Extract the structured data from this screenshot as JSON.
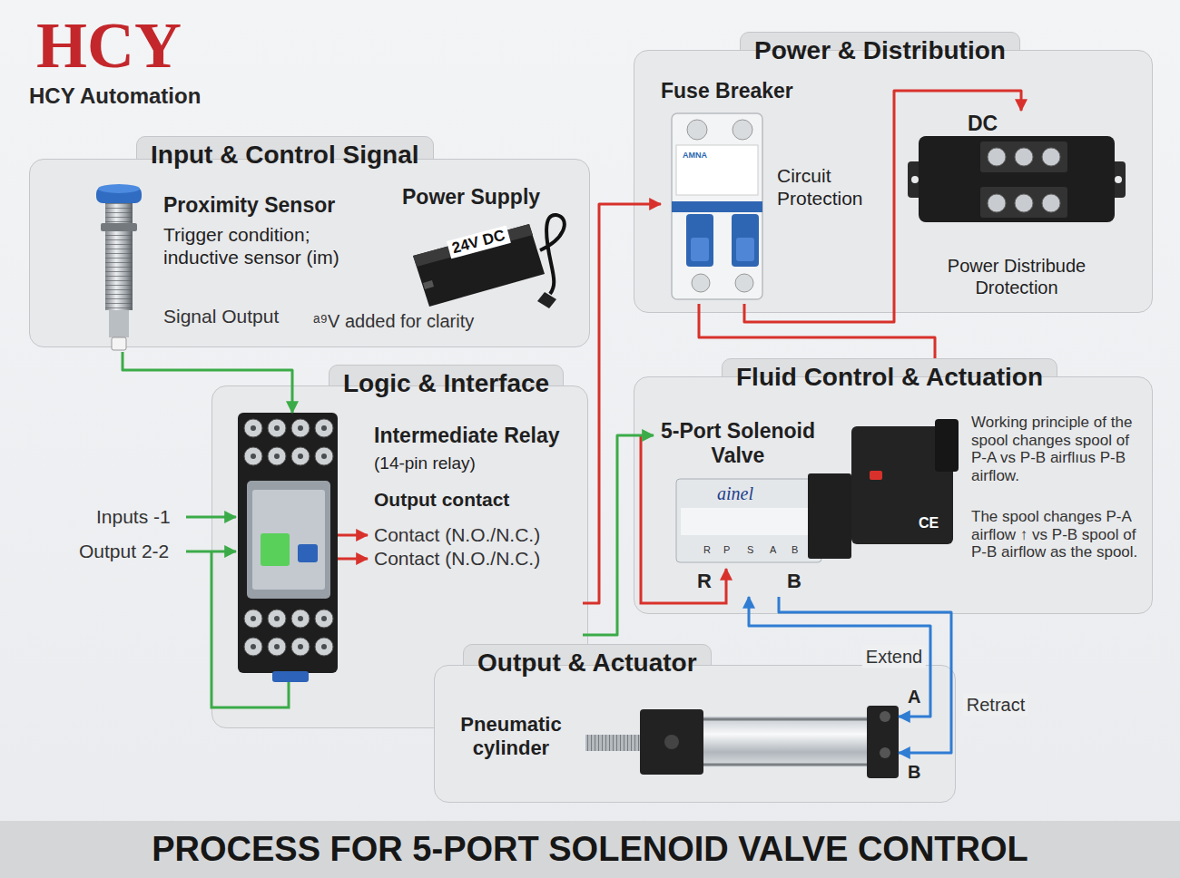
{
  "diagram": {
    "title": "PROCESS FOR 5-PORT SOLENOID VALVE CONTROL",
    "nodes": [
      {
        "text": [
          "Input & Control Signal"
        ]
      },
      {
        "text": [
          "Proximity Sensor",
          "Trigger condition; inductive sensor (im)"
        ],
        "in": 0
      },
      {
        "text": [
          "Power Supply"
        ],
        "in": 0
      },
      {
        "text": [
          "Power & Distribution"
        ]
      },
      {
        "text": [
          "Fuse Breaker",
          "Circuit Protection"
        ],
        "in": 3
      },
      {
        "text": [
          "DC",
          "Power Distribude Drotection"
        ],
        "in": 3
      },
      {
        "text": [
          "Logic & Interface"
        ]
      },
      {
        "text": [
          "Intermediate Relay",
          "(14-pin relay)",
          "Output contact"
        ],
        "in": 6
      },
      {
        "text": [
          "Fluid Control & Actuation"
        ]
      },
      {
        "text": [
          "5-Port Solenoid Valve"
        ],
        "in": 8
      },
      {
        "text": [
          "Output & Actuator"
        ]
      },
      {
        "text": [
          "Pneumatic cylinder"
        ],
        "in": 10
      }
    ],
    "edges": [
      {
        "from": 1,
        "to": 7,
        "arrow": "to"
      },
      {
        "from": 7,
        "to": 4,
        "arrow": "to"
      },
      {
        "from": 4,
        "to": 5,
        "arrow": "to"
      },
      {
        "from": 4,
        "to": 8,
        "arrow": "none"
      },
      {
        "from": 7,
        "to": 9,
        "arrow": "to"
      },
      {
        "from": 9,
        "to": 11,
        "label": "Extend",
        "arrow": "both"
      },
      {
        "from": 9,
        "to": 11,
        "label": "Retract",
        "arrow": "to"
      }
    ],
    "labels": [
      "HCY",
      "HCY Automation",
      "Signal Output",
      "ᵃ⁹V added for clarity",
      "24V DC",
      "Inputs -1",
      "Output 2-2",
      "Contact (N.O./N.C.)",
      "Contact (N.O./N.C.)",
      "AMNA",
      "ainel",
      "R",
      "P",
      "S",
      "A",
      "B",
      "R",
      "B",
      "Working principle of the spool changes spool of P-A vs P-B airflıus P-B airflow.",
      "The spool changes P-A airflow ↑ vs P-B spool of P-B airflow as the spool.",
      "CE",
      "A",
      "B"
    ]
  }
}
